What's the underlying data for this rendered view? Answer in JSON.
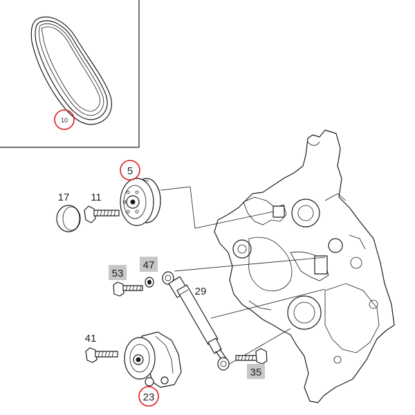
{
  "callouts": {
    "belt": "10",
    "idler_pulley": "5",
    "cap": "17",
    "bolt_pulley": "11",
    "bolt_damper": "53",
    "washer": "47",
    "damper": "29",
    "bolt_tensioner": "41",
    "tensioner": "23",
    "bolt_lower": "35"
  },
  "colors": {
    "highlight_ring": "#e01818",
    "tag_background": "#c7c7c7",
    "line": "#1a1a1a"
  }
}
